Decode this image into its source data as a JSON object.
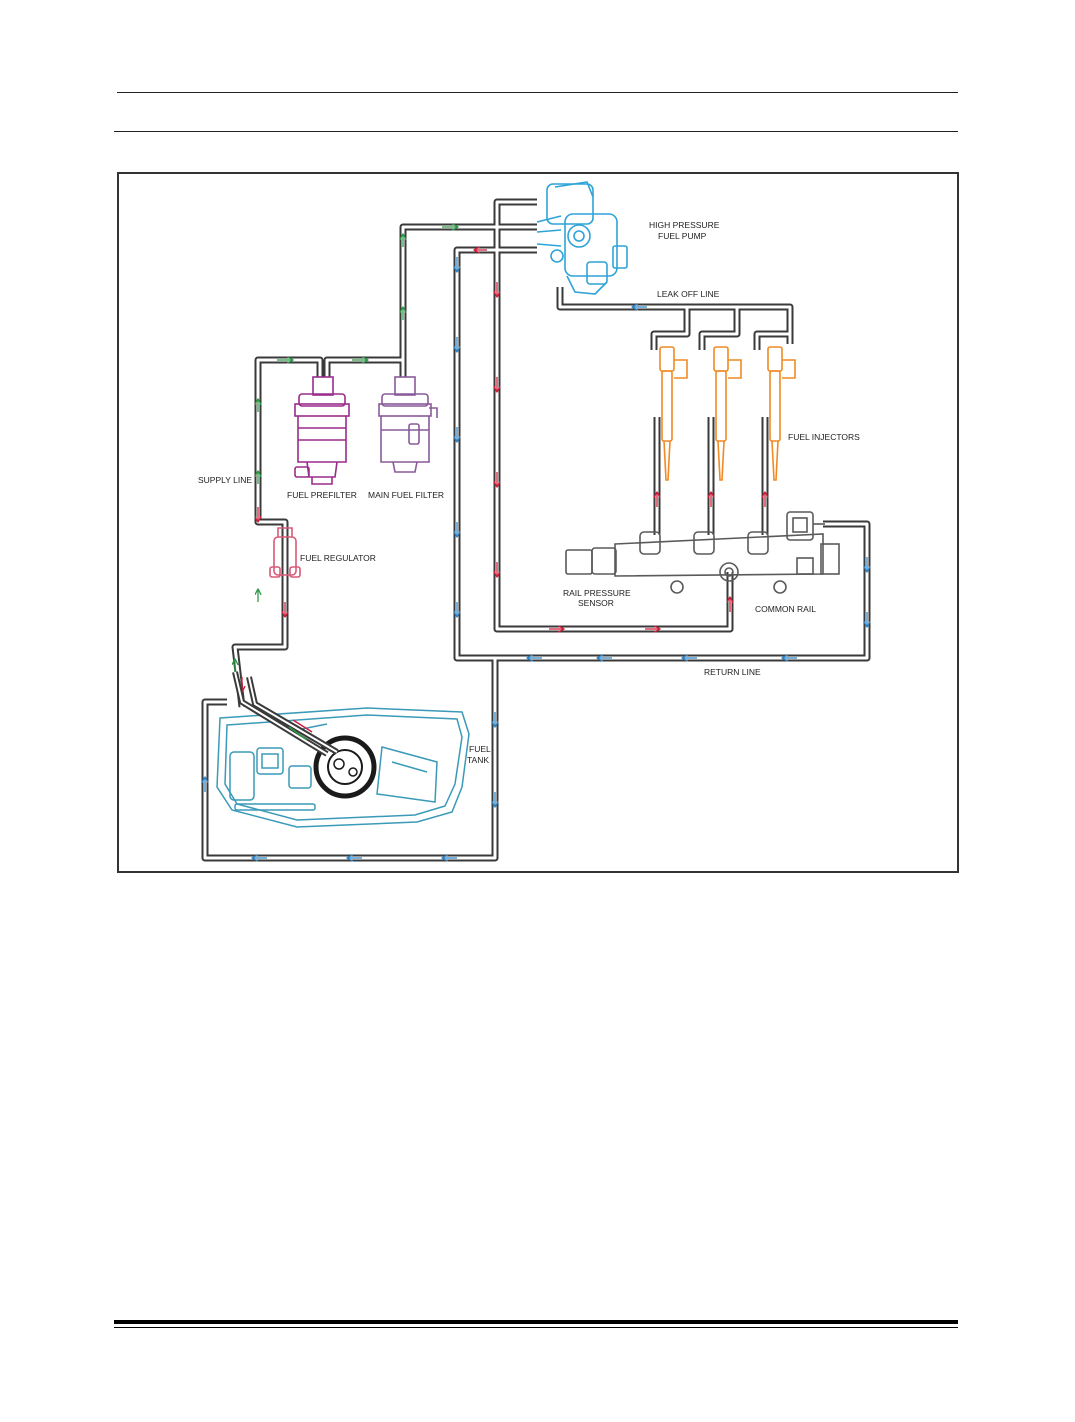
{
  "colors": {
    "pipe_outline": "#3a3a3a",
    "supply_arrow": "#2e9a48",
    "high_pressure_arrow": "#d21f3c",
    "return_arrow": "#2f86c8",
    "pump": "#2ea3d8",
    "filters": "#9a2c8c",
    "injectors": "#f08a24",
    "rail": "#606060",
    "tank": "#3a9ab8"
  },
  "labels": {
    "high_pressure_pump_1": "HIGH PRESSURE",
    "high_pressure_pump_2": "FUEL PUMP",
    "leak_off_line": "LEAK OFF LINE",
    "fuel_injectors": "FUEL INJECTORS",
    "supply_line": "SUPPLY LINE",
    "fuel_prefilter": "FUEL PREFILTER",
    "main_fuel_filter": "MAIN FUEL FILTER",
    "fuel_regulator": "FUEL REGULATOR",
    "rail_pressure_sensor_1": "RAIL PRESSURE",
    "rail_pressure_sensor_2": "SENSOR",
    "common_rail": "COMMON RAIL",
    "return_line": "RETURN LINE",
    "fuel_tank_1": "FUEL",
    "fuel_tank_2": "TANK"
  }
}
